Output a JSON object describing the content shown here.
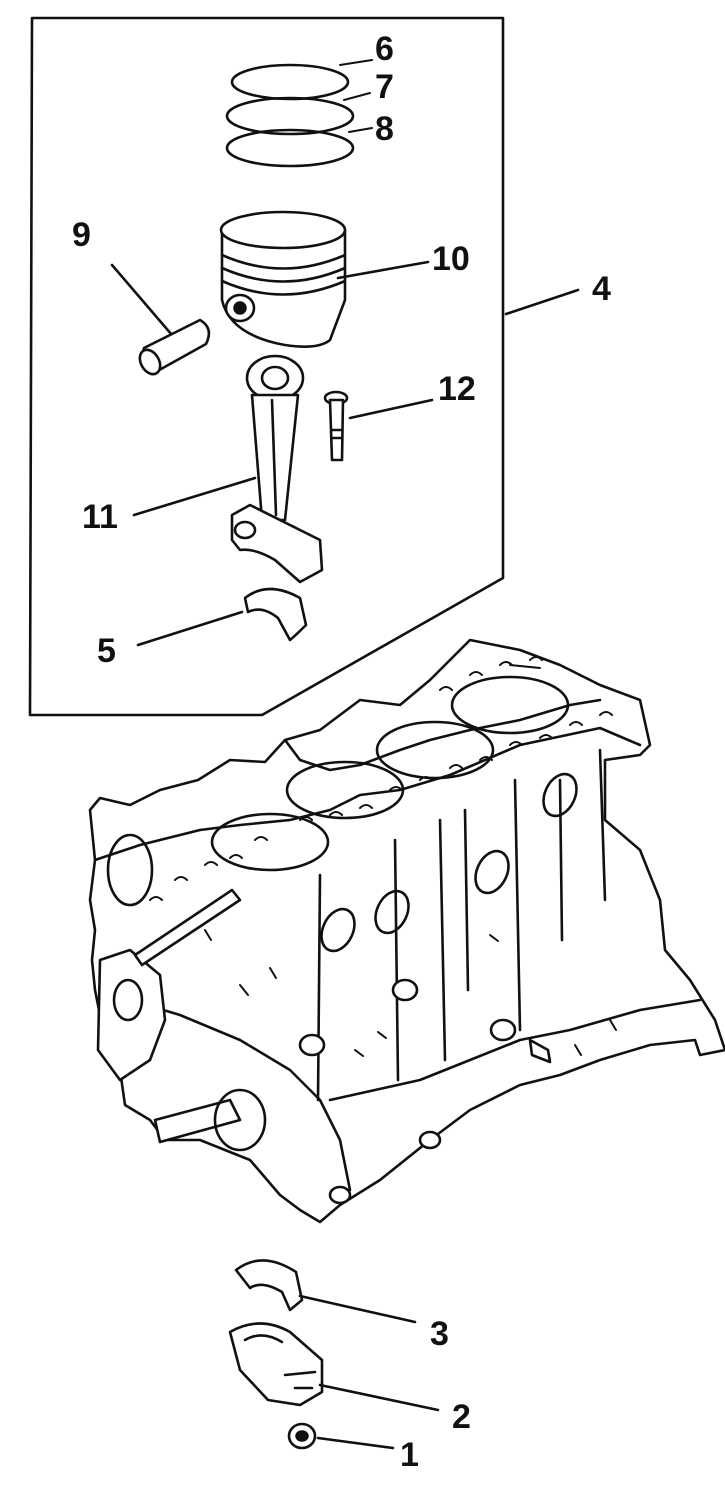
{
  "callouts": [
    {
      "id": "1",
      "text": "1"
    },
    {
      "id": "2",
      "text": "2"
    },
    {
      "id": "3",
      "text": "3"
    },
    {
      "id": "4",
      "text": "4"
    },
    {
      "id": "5",
      "text": "5"
    },
    {
      "id": "6",
      "text": "6"
    },
    {
      "id": "7",
      "text": "7"
    },
    {
      "id": "8",
      "text": "8"
    },
    {
      "id": "9",
      "text": "9"
    },
    {
      "id": "10",
      "text": "10"
    },
    {
      "id": "11",
      "text": "11"
    },
    {
      "id": "12",
      "text": "12"
    }
  ],
  "colors": {
    "ink": "#111111",
    "paper": "#ffffff"
  }
}
